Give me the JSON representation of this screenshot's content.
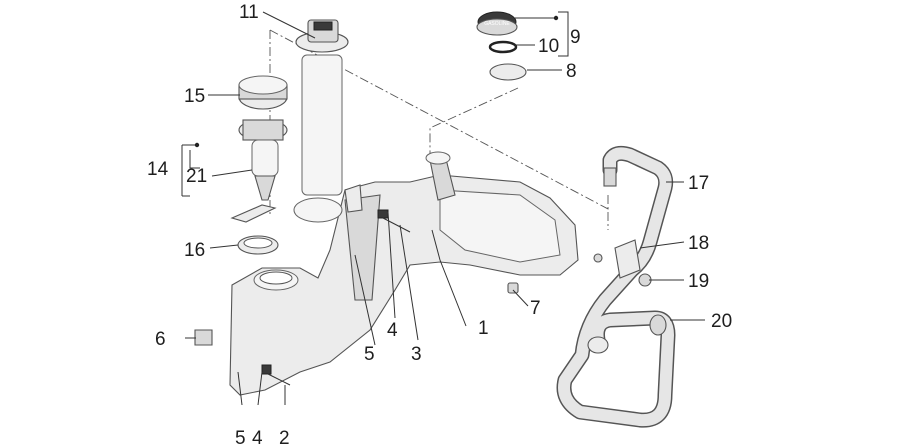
{
  "callouts": [
    {
      "id": "c11",
      "text": "11"
    },
    {
      "id": "c9",
      "text": "9"
    },
    {
      "id": "c10",
      "text": "10"
    },
    {
      "id": "c8",
      "text": "8"
    },
    {
      "id": "c15",
      "text": "15"
    },
    {
      "id": "c14",
      "text": "14"
    },
    {
      "id": "c21",
      "text": "21"
    },
    {
      "id": "c16",
      "text": "16"
    },
    {
      "id": "c17",
      "text": "17"
    },
    {
      "id": "c18",
      "text": "18"
    },
    {
      "id": "c19",
      "text": "19"
    },
    {
      "id": "c7",
      "text": "7"
    },
    {
      "id": "c1",
      "text": "1"
    },
    {
      "id": "c3",
      "text": "3"
    },
    {
      "id": "c4a",
      "text": "4"
    },
    {
      "id": "c5a",
      "text": "5"
    },
    {
      "id": "c6",
      "text": "6"
    },
    {
      "id": "c20",
      "text": "20"
    },
    {
      "id": "c5b",
      "text": "5"
    },
    {
      "id": "c4b",
      "text": "4"
    },
    {
      "id": "c2",
      "text": "2"
    }
  ],
  "cap_marking": "GASOLINE"
}
